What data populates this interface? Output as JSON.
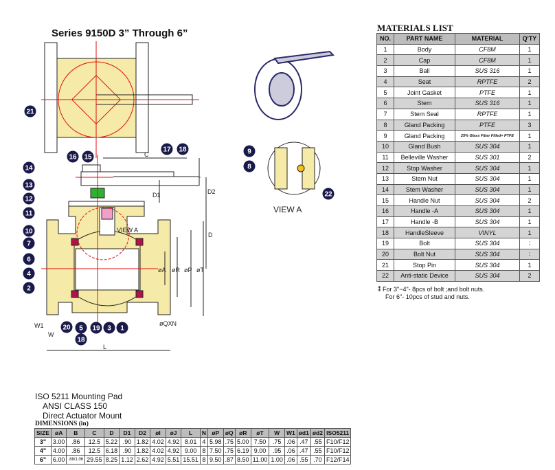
{
  "title": "Series 9150D   3” Through 6”",
  "drawing": {
    "view_a_label": "VIEW A",
    "view_a_callout": "VIEW A",
    "dim_labels": [
      "C",
      "D1",
      "D2",
      "D",
      "øA",
      "øR",
      "øP",
      "øT",
      "W1",
      "W",
      "L",
      "øQXN"
    ],
    "callouts_main": [
      "21",
      "16",
      "15",
      "17",
      "18",
      "14",
      "13",
      "12",
      "11",
      "10",
      "7",
      "6",
      "4",
      "2",
      "20",
      "5",
      "19",
      "3",
      "1",
      "18"
    ],
    "callouts_view": [
      "9",
      "8",
      "22"
    ]
  },
  "materials": {
    "title": "MATERIALS   LIST",
    "headers": [
      "NO.",
      "PART NAME",
      "MATERIAL",
      "Q'TY"
    ],
    "rows": [
      [
        "1",
        "Body",
        "CF8M",
        "1"
      ],
      [
        "2",
        "Cap",
        "CF8M",
        "1"
      ],
      [
        "3",
        "Ball",
        "SUS 316",
        "1"
      ],
      [
        "4",
        "Seat",
        "RPTFE",
        "2"
      ],
      [
        "5",
        "Joint Gasket",
        "PTFE",
        "1"
      ],
      [
        "6",
        "Stem",
        "SUS 316",
        "1"
      ],
      [
        "7",
        "Stem Seal",
        "RPTFE",
        "1"
      ],
      [
        "8",
        "Gland  Packing",
        "PTFE",
        "3"
      ],
      [
        "9",
        "Gland  Packing",
        "25% Glass Fiber Filled+ PTFE",
        "1"
      ],
      [
        "10",
        "Gland Bush",
        "SUS 304",
        "1"
      ],
      [
        "11",
        "Belleville Washer",
        "SUS 301",
        "2"
      ],
      [
        "12",
        "Stop Washer",
        "SUS 304",
        "1"
      ],
      [
        "13",
        "Stem Nut",
        "SUS 304",
        "1"
      ],
      [
        "14",
        "Stem Washer",
        "SUS 304",
        "1"
      ],
      [
        "15",
        "Handle Nut",
        "SUS 304",
        "2"
      ],
      [
        "16",
        "Handle -A",
        "SUS 304",
        "1"
      ],
      [
        "17",
        "Handle -B",
        "SUS 304",
        "1"
      ],
      [
        "18",
        "HandleSleeve",
        "VINYL",
        "1"
      ],
      [
        "19",
        "Bolt",
        "SUS 304",
        "∶"
      ],
      [
        "20",
        "Bolt  Nut",
        "SUS 304",
        "∶"
      ],
      [
        "21",
        "Stop Pin",
        "SUS 304",
        "1"
      ],
      [
        "22",
        "Anti-static Device",
        "SUS 304",
        "2"
      ]
    ],
    "note_mark": "⁑",
    "note_lines": [
      "For 3\"~4\"- 8pcs of bolt ;and bolt nuts.",
      "For 6\"- 10pcs of stud and nuts."
    ]
  },
  "iso": [
    "ISO 5211 Mounting Pad",
    "ANSI CLASS 150",
    "Direct Actuator Mount"
  ],
  "dimensions": {
    "title": "DIMENSIONS (in)",
    "headers": [
      "SIZE",
      "øA",
      "B",
      "C",
      "D",
      "D1",
      "D2",
      "øI",
      "øJ",
      "L",
      "N",
      "øP",
      "øQ",
      "øR",
      "øT",
      "W",
      "W1",
      "ød1",
      "ød2",
      "ISO5211"
    ],
    "rows": [
      [
        "3\"",
        "3.00",
        ".86",
        "12.5",
        "5.22",
        ".90",
        "1.82",
        "4.02",
        "4.92",
        "8.01",
        "4",
        "5.98",
        ".75",
        "5.00",
        "7.50",
        ".75",
        ".06",
        ".47",
        ".55",
        "F10/F12"
      ],
      [
        "4\"",
        "4.00",
        ".86",
        "12.5",
        "6.18",
        ".90",
        "1.82",
        "4.02",
        "4.92",
        "9.00",
        "8",
        "7.50",
        ".75",
        "6.19",
        "9.00",
        ".95",
        ".06",
        ".47",
        ".55",
        "F10/F12"
      ],
      [
        "6\"",
        "6.00",
        ".88/1.06",
        "29.55",
        "8.25",
        "1.12",
        "2.62",
        "4.92",
        "5.51",
        "15.51",
        "8",
        "9.50",
        ".87",
        "8.50",
        "11.00",
        "1.00",
        ".06",
        ".55",
        ".70",
        "F12/F14"
      ]
    ]
  },
  "colors": {
    "body": "#f5eaa8",
    "seat": "#b0124a",
    "callout": "#1a1a4a",
    "center": "#e01010",
    "stem_nut": "#30b030"
  }
}
